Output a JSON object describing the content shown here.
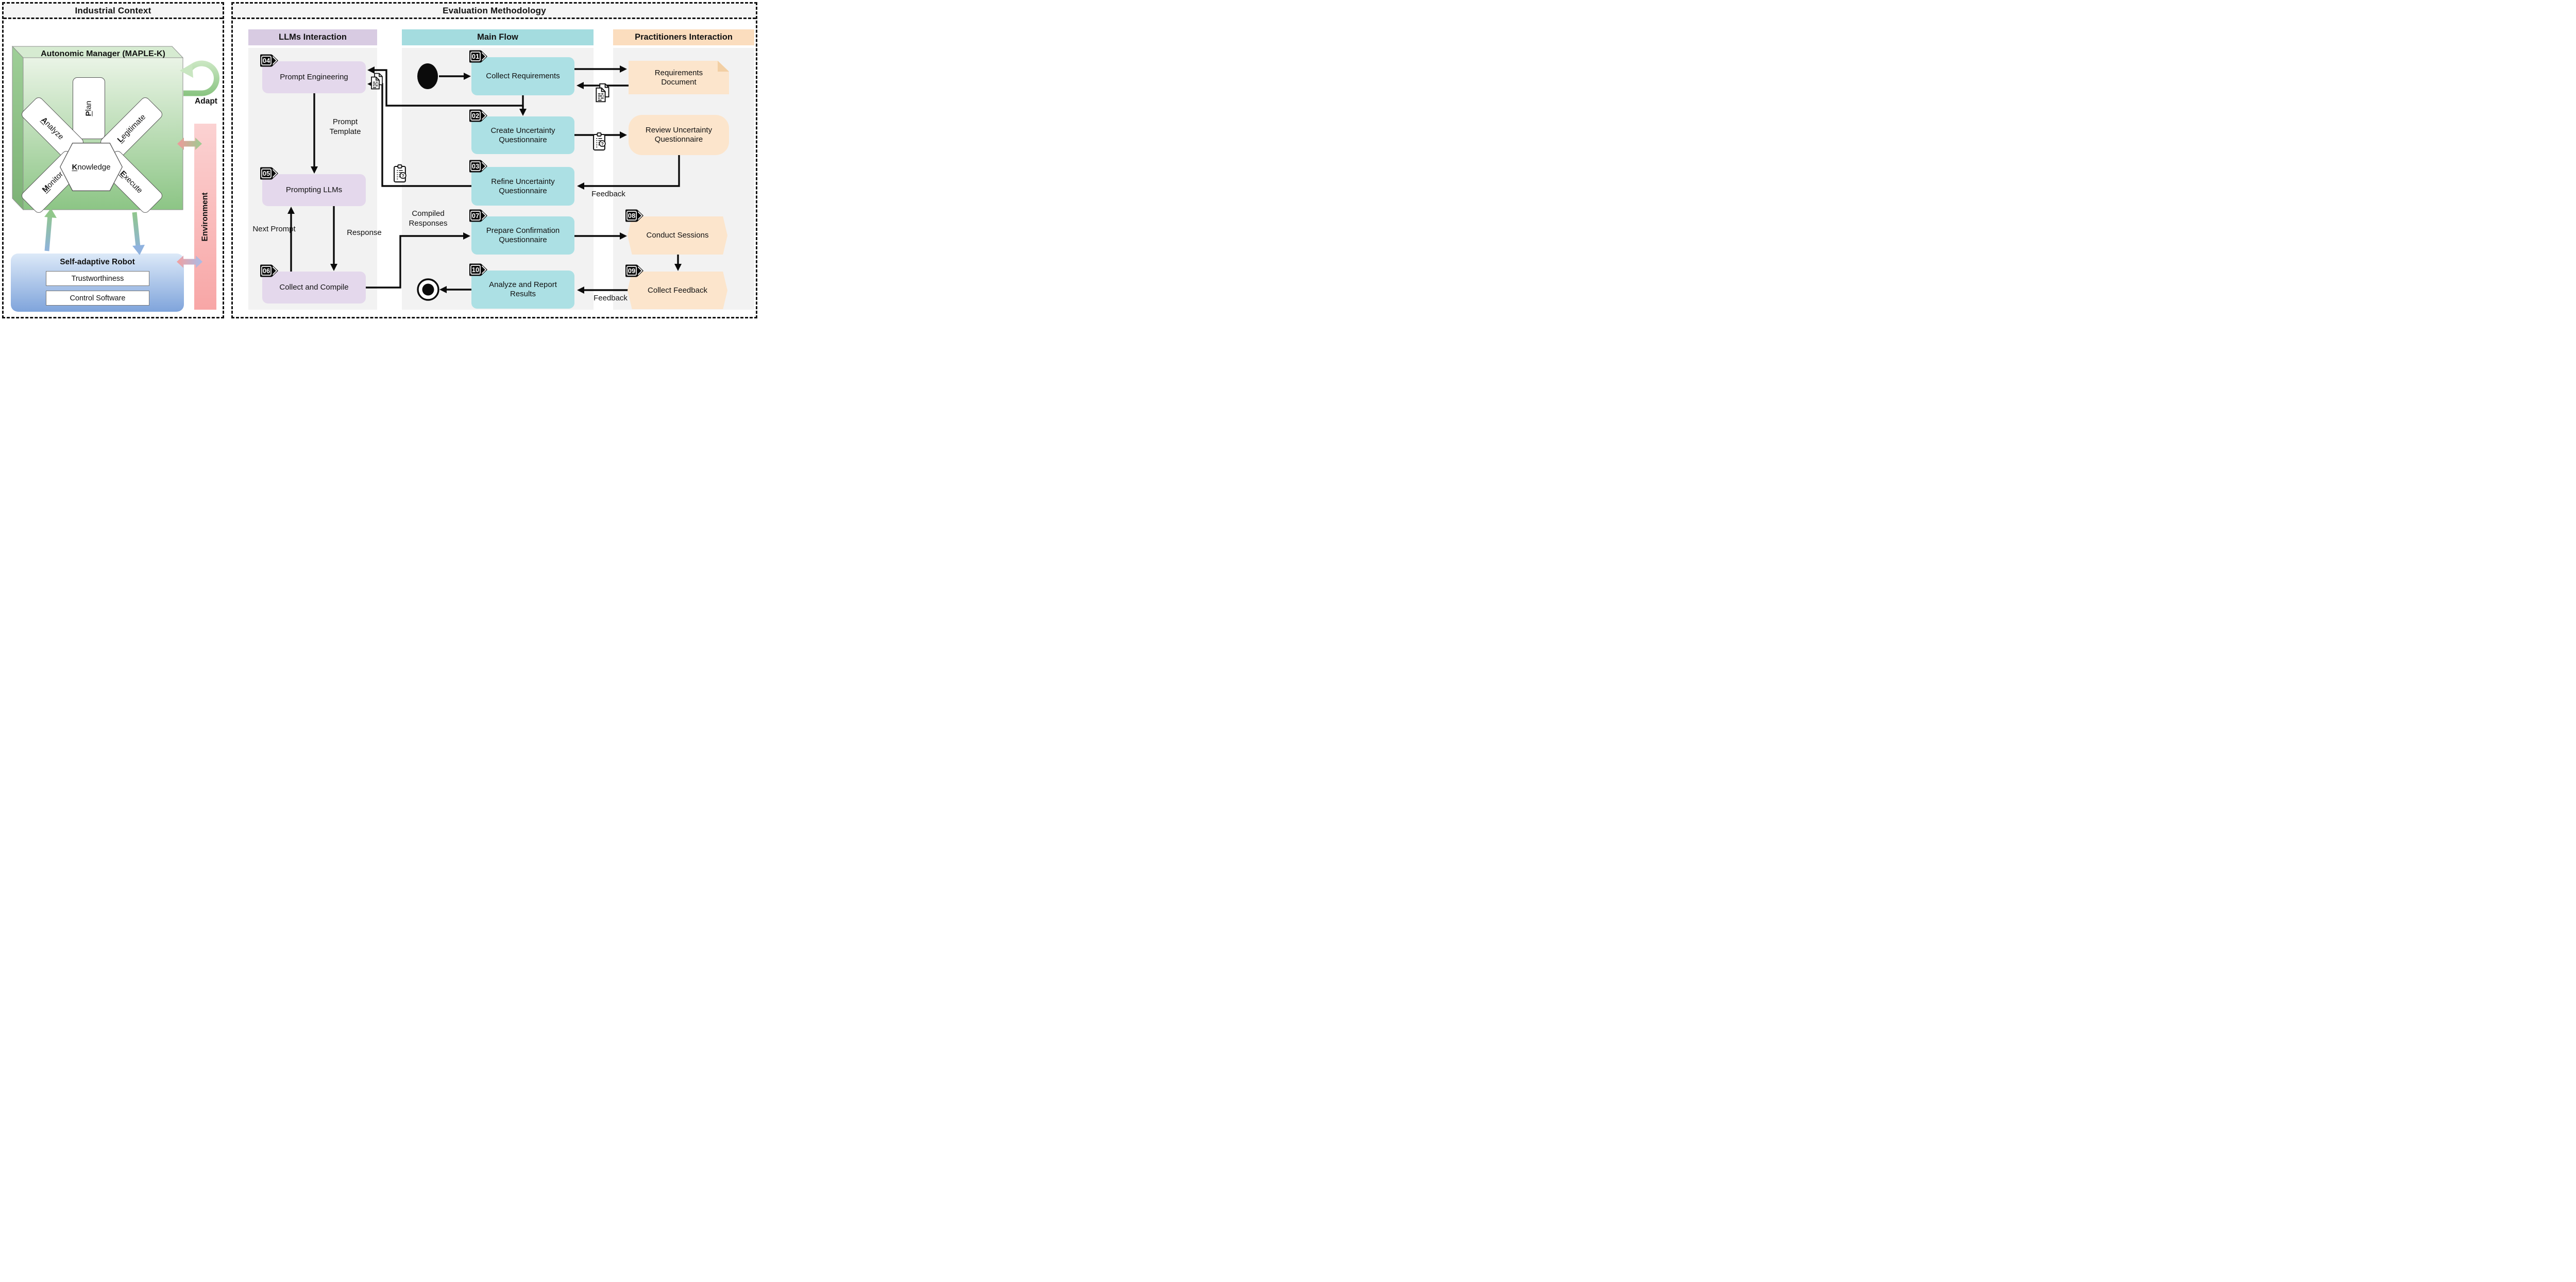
{
  "left_panel": {
    "title": "Industrial Context",
    "manager": {
      "title": "Autonomic Manager (MAPLE-K)",
      "adapt_label": "Adapt",
      "cards": {
        "plan": {
          "first": "P",
          "rest": "lan"
        },
        "analyze": {
          "first": "A",
          "rest": "nalyze"
        },
        "legitimate": {
          "first": "L",
          "rest": "egitimate"
        },
        "knowledge": {
          "first": "K",
          "rest": "nowledge"
        },
        "monitor": {
          "first": "M",
          "rest": "onitor"
        },
        "execute": {
          "first": "E",
          "rest": "xecute"
        }
      }
    },
    "environment_label": "Environment",
    "robot": {
      "title": "Self-adaptive Robot",
      "items": [
        {
          "label": "Trustworthiness"
        },
        {
          "label": "Control Software"
        }
      ]
    }
  },
  "right_panel": {
    "title": "Evaluation Methodology",
    "columns": {
      "llms": {
        "label": "LLMs Interaction"
      },
      "main": {
        "label": "Main Flow"
      },
      "practitioners": {
        "label": "Practitioners Interaction"
      }
    },
    "nodes": {
      "collect_requirements": {
        "badge": "01",
        "label": "Collect Requirements"
      },
      "create_uq": {
        "badge": "02",
        "label": "Create Uncertainty Questionnaire"
      },
      "refine_uq": {
        "badge": "03",
        "label": "Refine Uncertainty Questionnaire"
      },
      "prompt_engineering": {
        "badge": "04",
        "label": "Prompt Engineering"
      },
      "prompting_llms": {
        "badge": "05",
        "label": "Prompting LLMs"
      },
      "collect_compile": {
        "badge": "06",
        "label": "Collect and Compile"
      },
      "prepare_cq": {
        "badge": "07",
        "label": "Prepare Confirmation Questionnaire"
      },
      "conduct_sessions": {
        "badge": "08",
        "label": "Conduct Sessions"
      },
      "collect_feedback": {
        "badge": "09",
        "label": "Collect Feedback"
      },
      "analyze_report": {
        "badge": "10",
        "label": "Analyze and Report Results"
      },
      "requirements_document": {
        "label": "Requirements Document"
      },
      "review_uq": {
        "label": "Review Uncertainty Questionnaire"
      }
    },
    "edge_labels": {
      "prompt_template": "Prompt Template",
      "next_prompt": "Next Prompt",
      "response": "Response",
      "compiled_responses": "Compiled Responses",
      "feedback_review": "Feedback",
      "feedback_collect": "Feedback"
    }
  },
  "icons": {
    "documents": "stacked-documents",
    "questionnaire": "clipboard-question",
    "question_mark": "?"
  },
  "colors": {
    "lavender_header": "#d8cbe2",
    "lavender_node": "#e4d8ec",
    "teal_header": "#a4dcdf",
    "teal_node": "#ace0e4",
    "peach_header": "#fbddbe",
    "peach_node": "#fce5cc",
    "peach_fold": "#f2cfa4",
    "column_bg": "#f2f2f2",
    "panel_title_bg": "#f5f5f5",
    "line_color": "#0b0b0b",
    "env_top": "#fbd2d2",
    "env_bottom": "#f8a6a6",
    "blue_top": "#dce9f8",
    "blue_bottom": "#7fa4db",
    "green_front_top": "#eaf4e6",
    "green_front_bottom": "#8cc585",
    "green_top_face": "#d6ebd1",
    "green_side_top": "#9fcf98",
    "green_side_bottom": "#7cb275",
    "adapt_light": "#cbe7c3",
    "adapt_dark": "#8ac481"
  }
}
